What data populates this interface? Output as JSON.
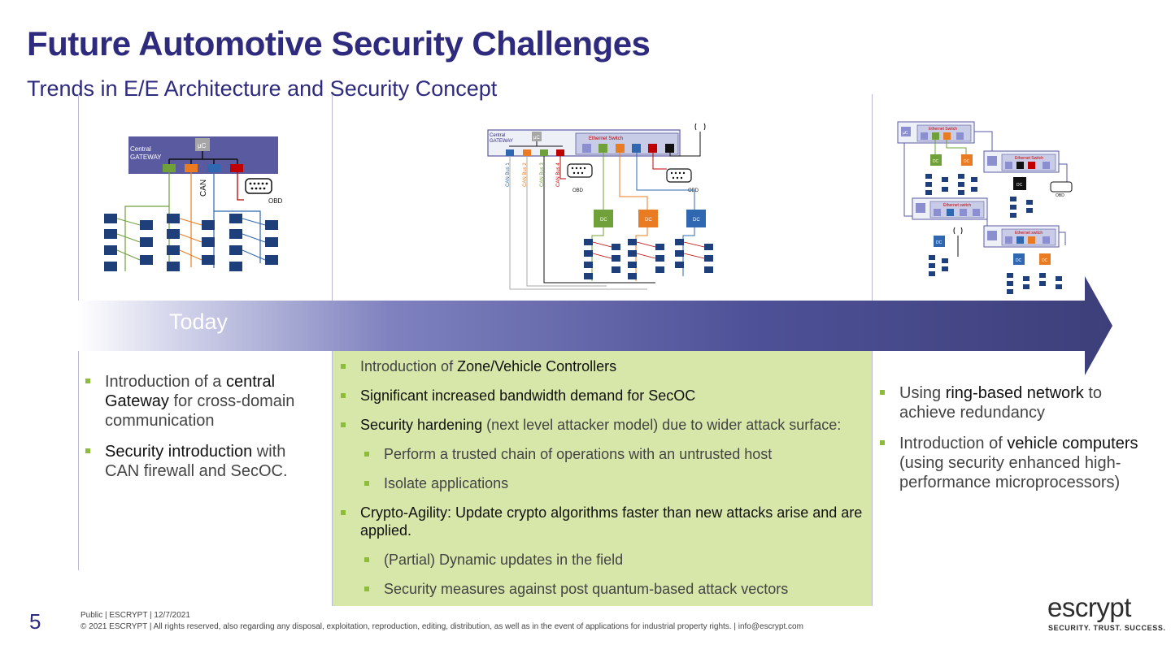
{
  "header": {
    "title": "Future Automotive Security Challenges",
    "subtitle": "Trends in E/E Architecture and Security Concept"
  },
  "timeline": {
    "label": "Today"
  },
  "diagram1": {
    "gateway_label_1": "Central",
    "gateway_label_2": "GATEWAY",
    "uc_label": "µC",
    "can_label": "CAN",
    "obd_label": "OBD"
  },
  "diagram2": {
    "gateway_label_1": "Central",
    "gateway_label_2": "GATEWAY",
    "uc_label": "µC",
    "switch_label": "Ethernet Switch",
    "obd_label_1": "OBD",
    "obd_label_2": "OBD",
    "can_buses": [
      "CAN Bus 1",
      "CAN Bus 2",
      "CAN Bus 3",
      "CAN Bus 4"
    ],
    "controllers": [
      "DC",
      "DC",
      "DC"
    ]
  },
  "diagram3": {
    "switch_label": "Ethernet Switch",
    "switch_label_lower": "Ethernet switch",
    "uc_label": "µC",
    "obd_label": "OBD",
    "controllers": [
      "DC",
      "DC",
      "DC",
      "DC",
      "DC",
      "DC"
    ]
  },
  "columns": {
    "today": [
      {
        "pre": "Introduction of a ",
        "bold": "central Gateway",
        "post": " for cross-domain communication"
      },
      {
        "pre": "",
        "bold": "Security introduction",
        "post": " with CAN firewall and SecOC."
      }
    ],
    "mid": [
      {
        "pre": "Introduction of ",
        "bold": "Zone/Vehicle Controllers",
        "post": ""
      },
      {
        "pre": "",
        "bold": "Significant increased bandwidth demand for SecOC",
        "post": ""
      },
      {
        "pre": "",
        "bold": "Security hardening",
        "post": " (next level attacker model) due to wider attack surface:"
      },
      {
        "text": "Perform a trusted chain of operations with an untrusted host"
      },
      {
        "text": "Isolate applications"
      },
      {
        "pre": "",
        "bold": "Crypto-Agility: Update crypto algorithms faster than new attacks arise and are applied.",
        "post": ""
      },
      {
        "text": "(Partial) Dynamic updates in the field"
      },
      {
        "text": "Security measures against post quantum-based attack vectors"
      }
    ],
    "future": [
      {
        "pre": "Using ",
        "bold": "ring-based network",
        "post": " to achieve redundancy"
      },
      {
        "pre": "Introduction of ",
        "bold": "vehicle computers",
        "post": " (using security enhanced high-performance microprocessors)"
      }
    ]
  },
  "footer": {
    "page_number": "5",
    "classification": "Public | ESCRYPT | 12/7/2021",
    "copyright": "© 2021 ESCRYPT | All rights reserved, also regarding any disposal, exploitation, reproduction, editing, distribution, as well  as in the event of applications for industrial property rights. | info@escrypt.com"
  },
  "logo": {
    "name": "escrypt",
    "tagline": "SECURITY. TRUST. SUCCESS."
  },
  "colors": {
    "brand": "#2e2a7d",
    "highlight_panel": "#d6e7a9",
    "bullet": "#8dbb3b",
    "ecu": "#1f3f7a",
    "green_port": "#70a03a",
    "orange_port": "#e97c22",
    "blue_port": "#2f68b0",
    "red_port": "#c00000"
  }
}
